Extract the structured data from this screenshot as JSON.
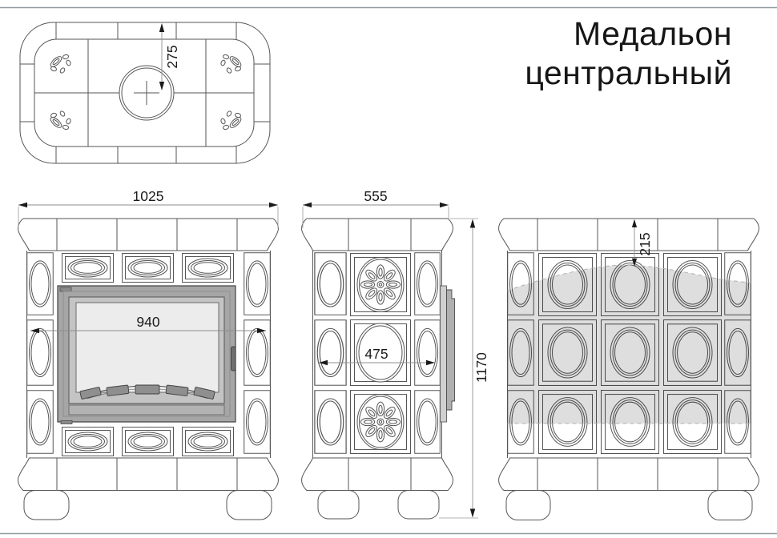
{
  "title": {
    "line1": "Медальон",
    "line2": "центральный"
  },
  "dimensions": {
    "top_view_chimney_offset": "275",
    "front_width": "1025",
    "front_firebox_width": "940",
    "side_depth": "555",
    "side_medallion_width": "475",
    "total_height": "1170",
    "back_top_offset": "215"
  },
  "colors": {
    "line": "#565656",
    "dim_text": "#1b1b1b",
    "door_frame": "#a6a6a6",
    "door_inner_frame": "#c4c4c4",
    "glass": "#ececec",
    "vent": "#8f8f8f",
    "shade_overlay": "rgba(0,0,0,0.13)",
    "page_border": "#8f9ba1"
  }
}
